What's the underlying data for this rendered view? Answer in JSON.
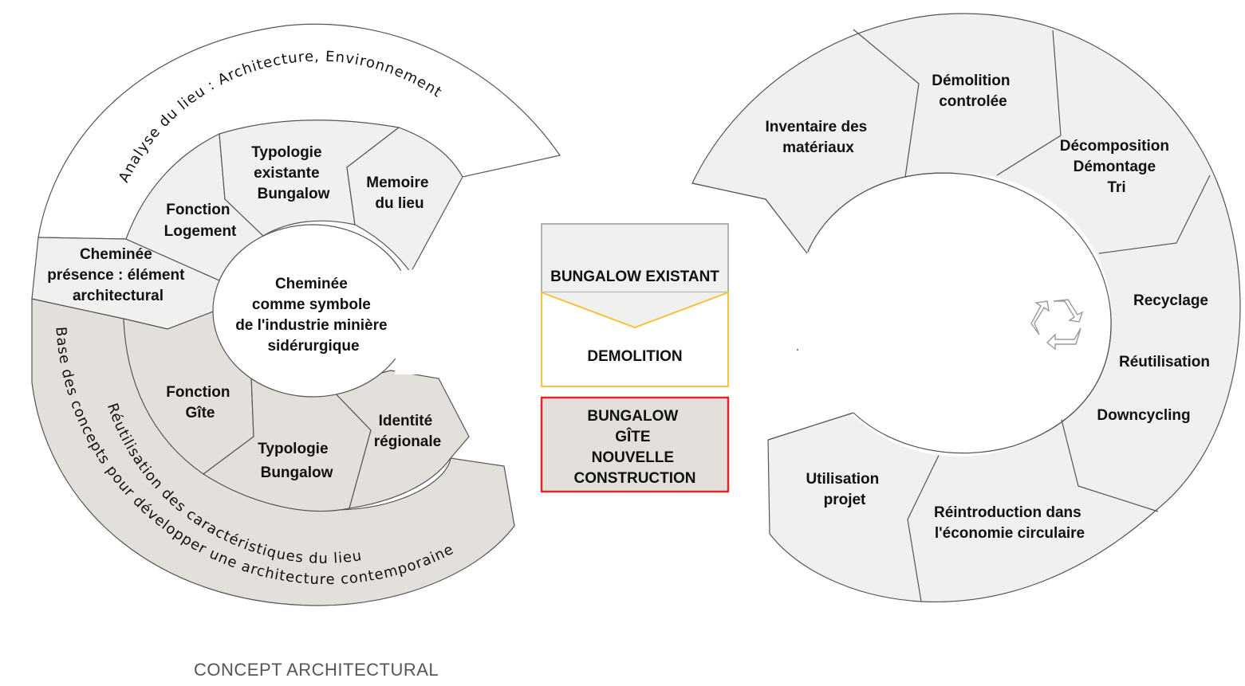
{
  "colors": {
    "light_fill": "#f0f0ef",
    "dark_fill": "#e3e0dc",
    "white": "#ffffff",
    "stroke": "#555555",
    "demolition_border": "#f5c242",
    "new_construction_border": "#e0252b"
  },
  "left_diagram": {
    "outer_top_arc_text": "Analyse du lieu : Architecture, Environnement",
    "outer_bottom_arc_text": "Base des concepts pour développer une architecture contemporaine",
    "inner_bottom_arc_text": "Réutilisation des caractéristiques du lieu",
    "center_lines": [
      "Cheminée",
      "comme symbole",
      "de l'industrie minière",
      "sidérurgique"
    ],
    "segments": {
      "fonction_logement": [
        "Fonction",
        "Logement"
      ],
      "typologie_existante": [
        "Typologie",
        "existante",
        "Bungalow"
      ],
      "memoire_lieu": [
        "Memoire",
        "du lieu"
      ],
      "cheminee_presence": [
        "Cheminée",
        "présence : élément",
        "architectural"
      ],
      "fonction_gite": [
        "Fonction",
        "Gîte"
      ],
      "typologie_bungalow": [
        "Typologie",
        "Bungalow"
      ],
      "identite_regionale": [
        "Identité",
        "régionale"
      ]
    }
  },
  "middle": {
    "existing_label": "BUNGALOW EXISTANT",
    "demolition_label": "DEMOLITION",
    "new_lines": [
      "BUNGALOW",
      "GÎTE",
      "NOUVELLE",
      "CONSTRUCTION"
    ]
  },
  "right_diagram": {
    "icon": "recycle-icon",
    "segments": {
      "inventaire": [
        "Inventaire des",
        "matériaux"
      ],
      "demolition_controlee": [
        "Démolition",
        "controlée"
      ],
      "decomposition": [
        "Décomposition",
        "Démontage",
        "Tri"
      ],
      "recyclage": [
        "Recyclage"
      ],
      "reutilisation": [
        "Réutilisation"
      ],
      "downcycling": [
        "Downcycling"
      ],
      "reintroduction": [
        "Réintroduction dans",
        "l'économie circulaire"
      ],
      "utilisation": [
        "Utilisation",
        "projet"
      ]
    }
  },
  "caption": "CONCEPT ARCHITECTURAL"
}
